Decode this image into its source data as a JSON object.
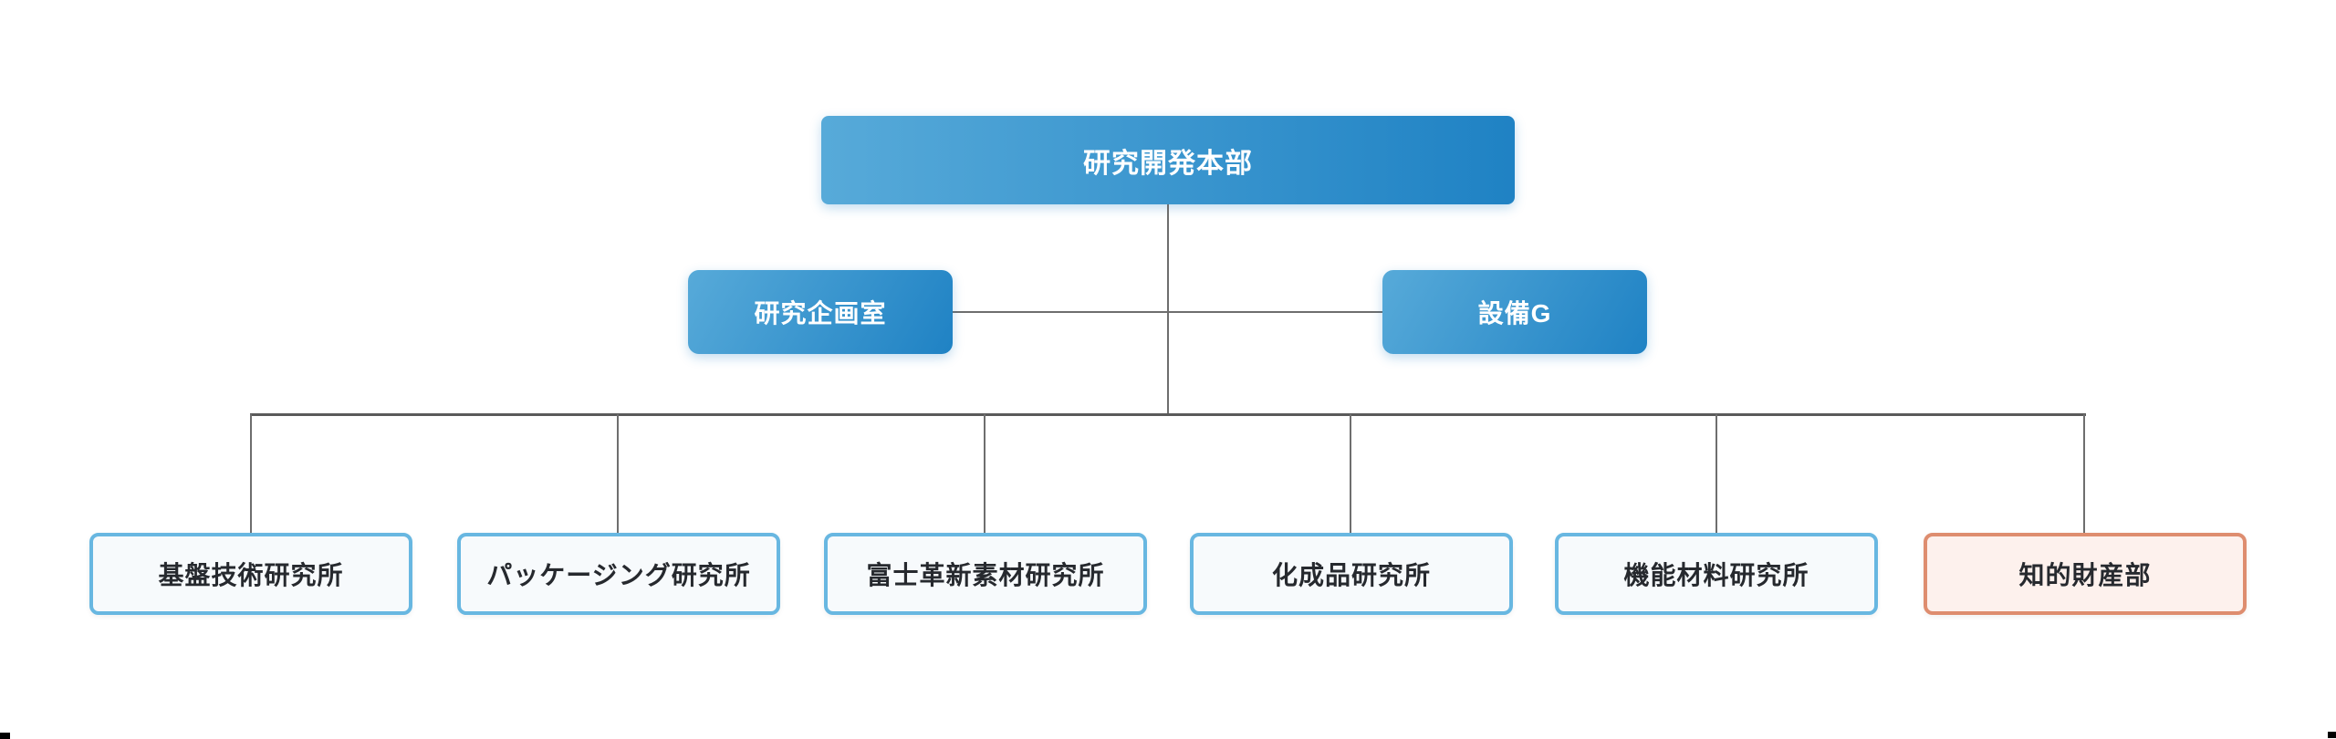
{
  "org": {
    "root": {
      "label": "研究開発本部"
    },
    "staff": [
      {
        "label": "研究企画室"
      },
      {
        "label": "設備G"
      }
    ],
    "departments": [
      {
        "label": "基盤技術研究所",
        "variant": "blue"
      },
      {
        "label": "パッケージング研究所",
        "variant": "blue"
      },
      {
        "label": "富士革新素材研究所",
        "variant": "blue"
      },
      {
        "label": "化成品研究所",
        "variant": "blue"
      },
      {
        "label": "機能材料研究所",
        "variant": "blue"
      },
      {
        "label": "知的財産部",
        "variant": "orange"
      }
    ]
  },
  "colors": {
    "grad-start": "#57aad9",
    "grad-end": "#1f82c4",
    "line": "#6e6e6e",
    "line-dark": "#5a5a5a",
    "dept-border": "#68b7e1",
    "dept-bg": "#f7fafc",
    "hl-border": "#de8d6f",
    "hl-bg": "#fdf1ed",
    "dept-text": "#26292e",
    "node-text": "#ffffff"
  }
}
